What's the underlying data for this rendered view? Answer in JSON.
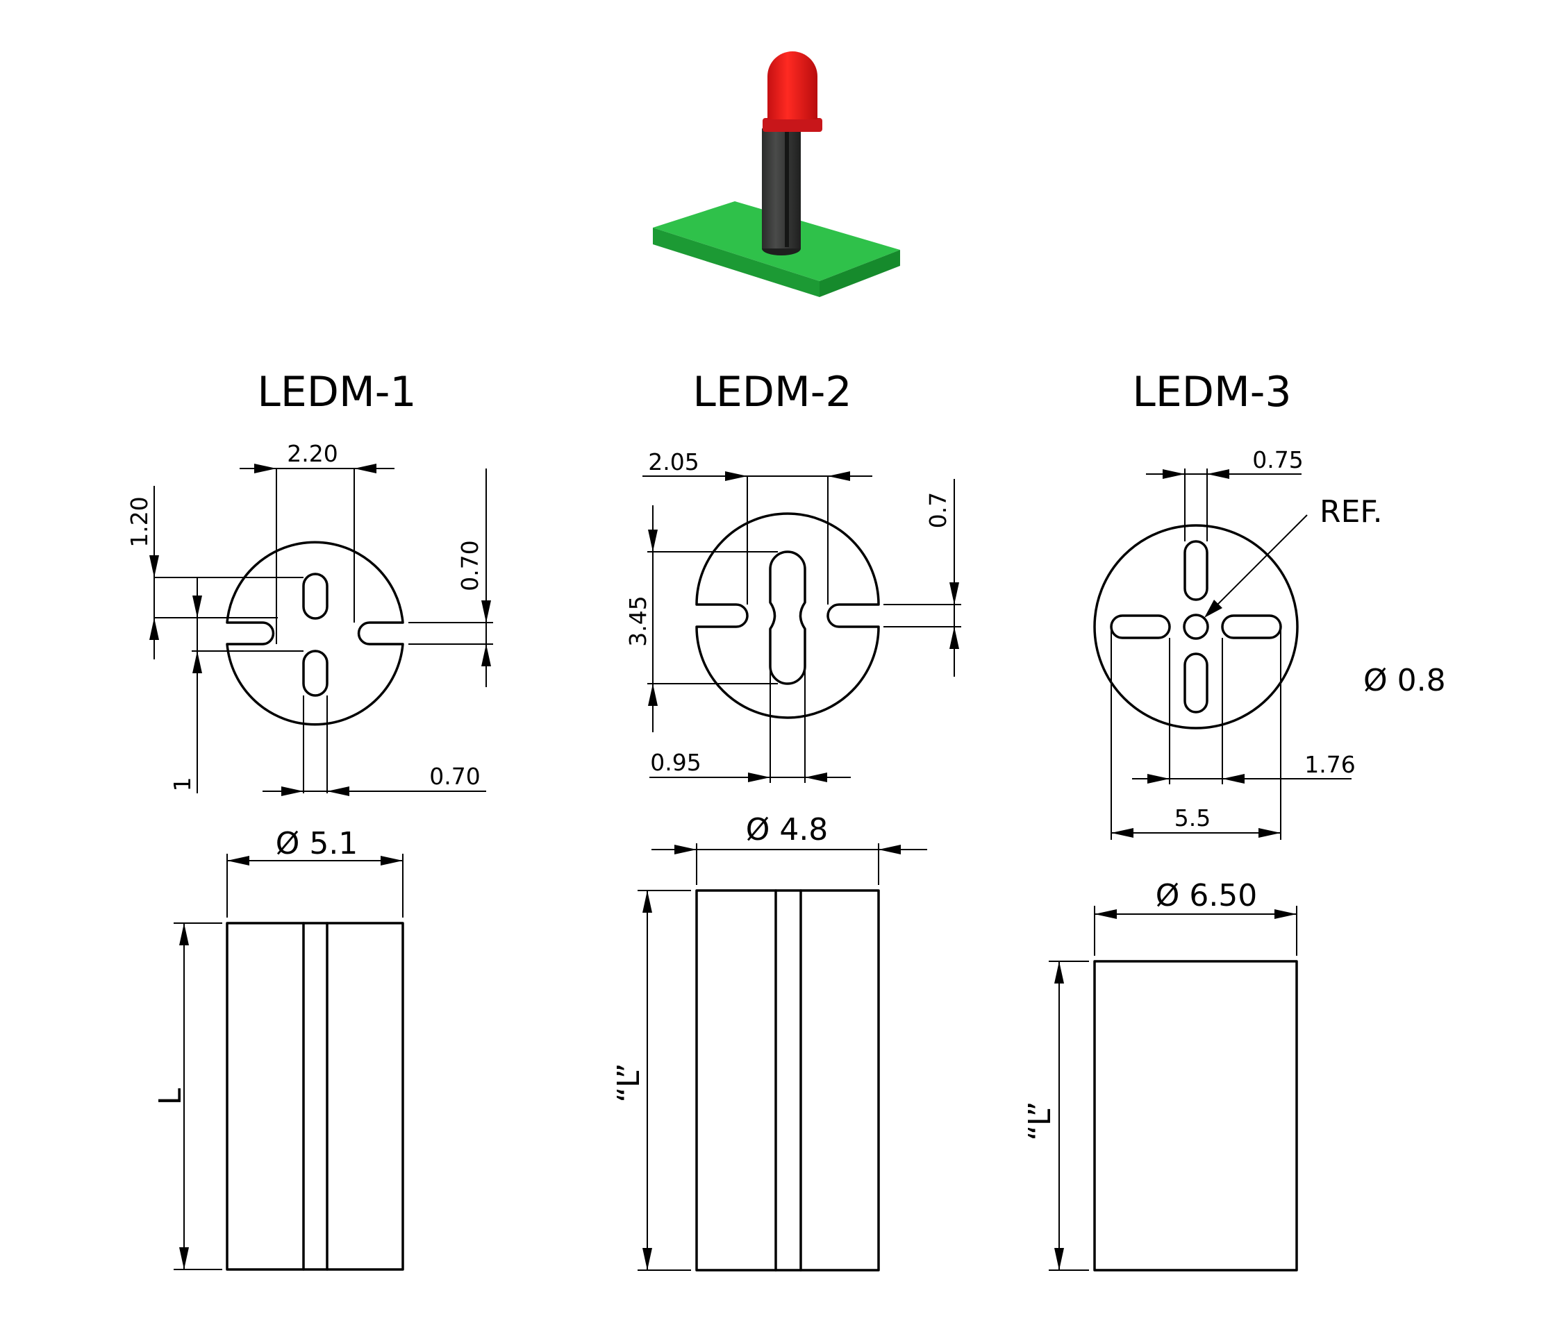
{
  "titles": {
    "ledm1": "LEDM-1",
    "ledm2": "LEDM-2",
    "ledm3": "LEDM-3"
  },
  "ledm1": {
    "dim_top": "2.20",
    "dim_left": "1.20",
    "dim_right": "0.70",
    "dim_bottom_left": "1",
    "dim_bottom_right": "0.70",
    "dia": "Ø 5.1",
    "length": "L"
  },
  "ledm2": {
    "dim_top": "2.05",
    "dim_right": "0.7",
    "dim_left": "3.45",
    "dim_bottom": "0.95",
    "dia": "Ø 4.8",
    "length": "“L”"
  },
  "ledm3": {
    "dim_top": "0.75",
    "ref": "REF.",
    "hole_dia": "Ø 0.8",
    "dim_slot": "1.76",
    "dim_span": "5.5",
    "dia": "Ø 6.50",
    "length": "“L”"
  },
  "colors": {
    "pcb": "#1fa83a",
    "led": "#e0191c",
    "spacer": "#3a3b3a",
    "lines": "#000000"
  }
}
